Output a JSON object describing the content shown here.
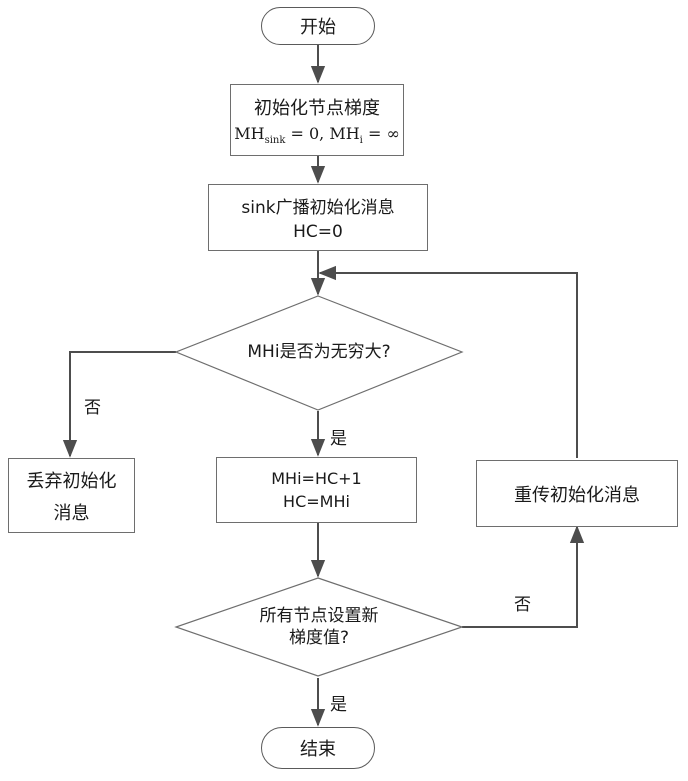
{
  "flowchart": {
    "start": "开始",
    "end": "结束",
    "init_grad": {
      "title": "初始化节点梯度",
      "formula_mh": "MH",
      "formula_sink_sub": "sink",
      "formula_eq1": " = 0, MH",
      "formula_i_sub": "i",
      "formula_eq2": " = ∞"
    },
    "broadcast": {
      "line1": "sink广播初始化消息",
      "line2": "HC=0"
    },
    "decision1": "MHi是否为无穷大?",
    "discard": {
      "line1": "丢弃初始化",
      "line2": "消息"
    },
    "update": {
      "line1": "MHi=HC+1",
      "line2": "HC=MHi"
    },
    "resend": "重传初始化消息",
    "decision2": {
      "line1": "所有节点设置新",
      "line2": "梯度值?"
    },
    "labels": {
      "no1": "否",
      "yes1": "是",
      "no2": "否",
      "yes2": "是"
    }
  },
  "colors": {
    "line": "#4d4d4d",
    "border": "#6e6e6e",
    "text": "#1a1a1a"
  }
}
